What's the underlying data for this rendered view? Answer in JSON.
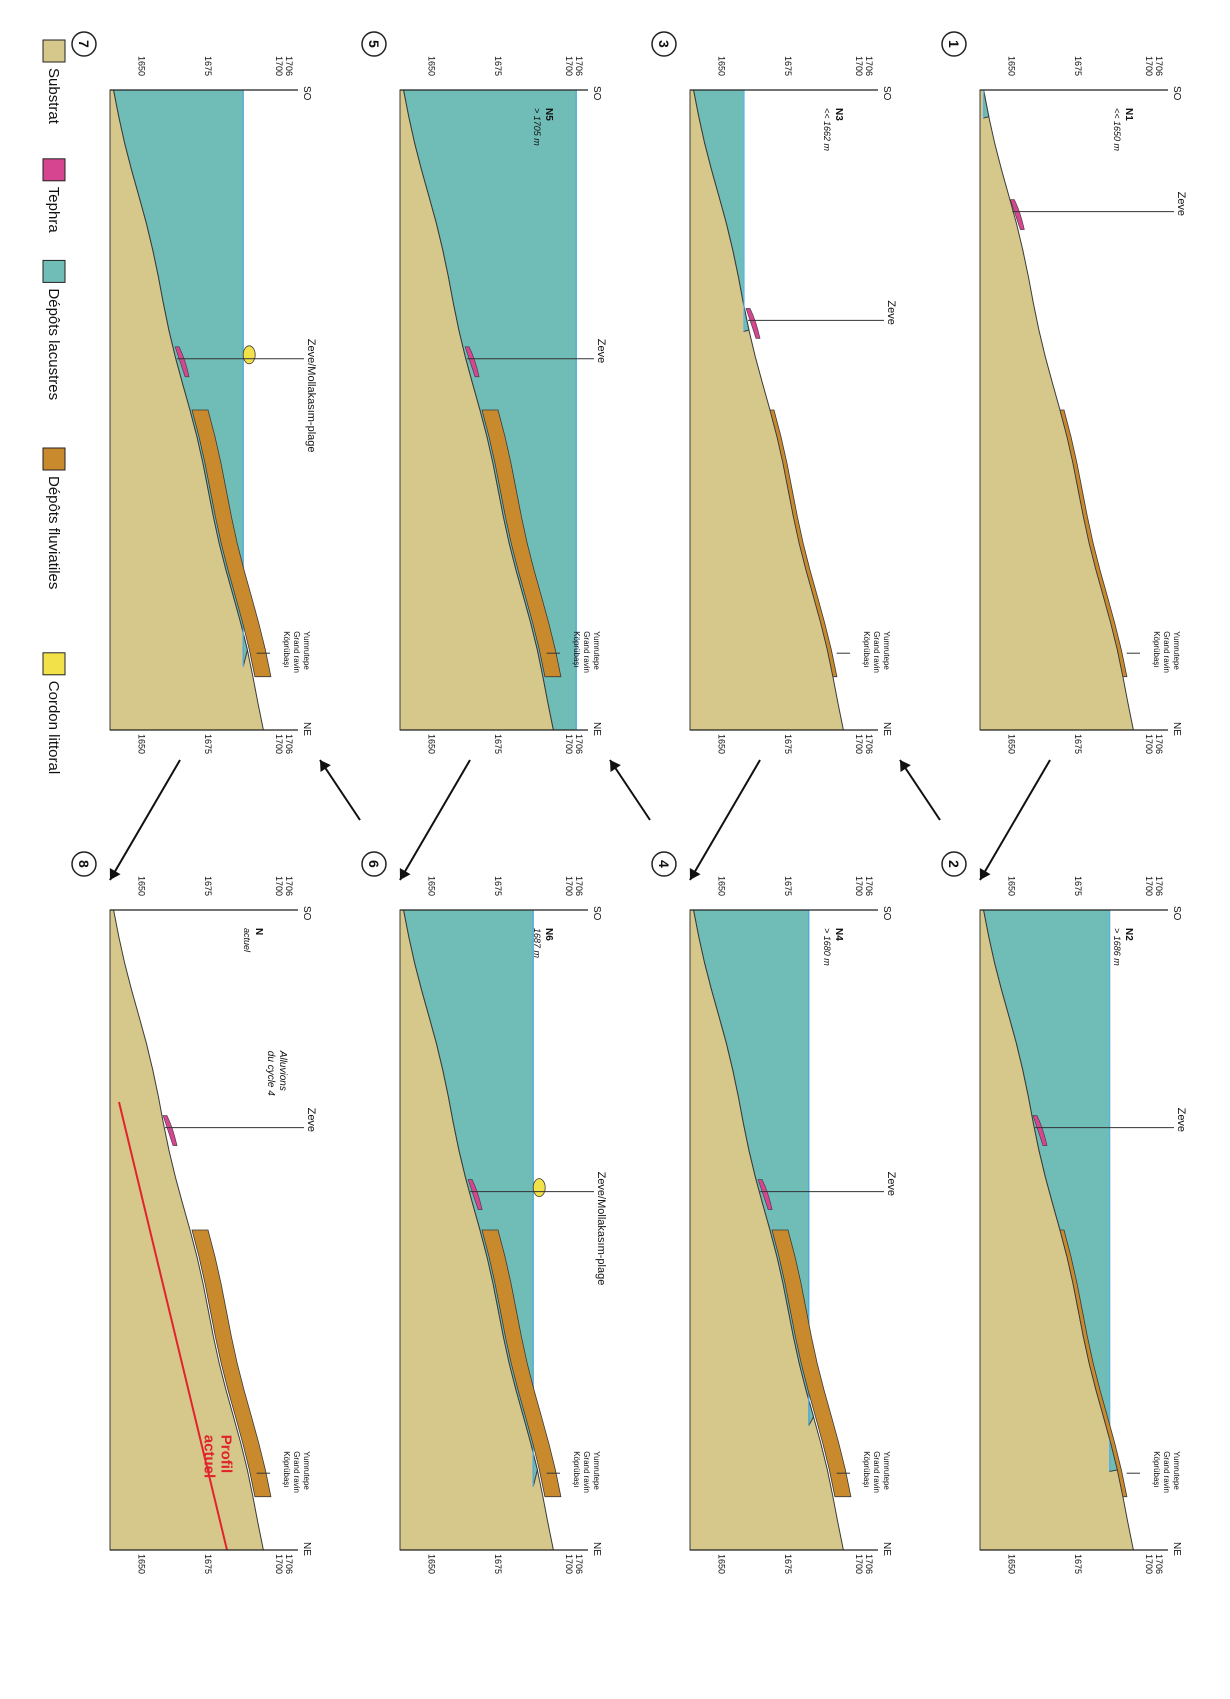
{
  "colors": {
    "substrat": "#d6c88a",
    "tephra": "#d6458f",
    "lacustres": "#6fbdb6",
    "fluviatiles": "#c98a2e",
    "cordon": "#f3e14a",
    "water": "#56b4e9",
    "profil": "#e0232d",
    "outline": "#3a3a3a"
  },
  "orientation": {
    "left": "SO",
    "right": "NE"
  },
  "elevations": [
    "1706",
    "1700",
    "1675",
    "1650"
  ],
  "arrows": "diagonal arrows linking panels 1→2→3→4→5→6→7→8",
  "panels": [
    {
      "number": "1",
      "level_name": "N1",
      "level_value": "<< 1650 m",
      "site_left": "Zeve",
      "site_right": [
        "Yumrutepe",
        "Grand ravin",
        "Köprübaşı"
      ]
    },
    {
      "number": "2",
      "level_name": "N2",
      "level_value": "> 1686 m",
      "site_left": "Zeve",
      "site_right": [
        "Yumrutepe",
        "Grand ravin",
        "Köprübaşı"
      ]
    },
    {
      "number": "3",
      "level_name": "N3",
      "level_value": "<< 1662 m",
      "site_left": "Zeve",
      "site_right": [
        "Yumrutepe",
        "Grand ravin",
        "Köprübaşı"
      ]
    },
    {
      "number": "4",
      "level_name": "N4",
      "level_value": "> 1680 m",
      "site_left": "Zeve",
      "site_right": [
        "Yumrutepe",
        "Grand ravin",
        "Köprübaşı"
      ]
    },
    {
      "number": "5",
      "level_name": "N5",
      "level_value": "> 1705 m",
      "site_left": "Zeve",
      "site_right": [
        "Yumrutepe",
        "Grand ravin",
        "Köprübaşı"
      ]
    },
    {
      "number": "6",
      "level_name": "N6",
      "level_value": "1687 m",
      "site_left": "Zeve/Mollakasım-plage",
      "site_right": [
        "Yumrutepe",
        "Grand ravin",
        "Köprübaşı"
      ]
    },
    {
      "number": "7",
      "level_name": "",
      "level_value": "",
      "site_left": "Zeve/Mollakasım-plage",
      "site_right": [
        "Yumrutepe",
        "Grand ravin",
        "Köprübaşı"
      ]
    },
    {
      "number": "8",
      "level_name": "N",
      "level_value": "actuel",
      "site_left": "Zeve",
      "site_right": [
        "Yumrutepe",
        "Grand ravin",
        "Köprübaşı"
      ],
      "alluvions": [
        "Alluvions",
        "du cycle 4"
      ],
      "profil": [
        "Profil",
        "actuel"
      ]
    }
  ],
  "legend": [
    {
      "label": "Substrat",
      "color_key": "substrat"
    },
    {
      "label": "Tephra",
      "color_key": "tephra"
    },
    {
      "label": "Dépôts lacustres",
      "color_key": "lacustres"
    },
    {
      "label": "Dépôts fluviatiles",
      "color_key": "fluviatiles"
    },
    {
      "label": "Cordon littoral",
      "color_key": "cordon"
    }
  ]
}
